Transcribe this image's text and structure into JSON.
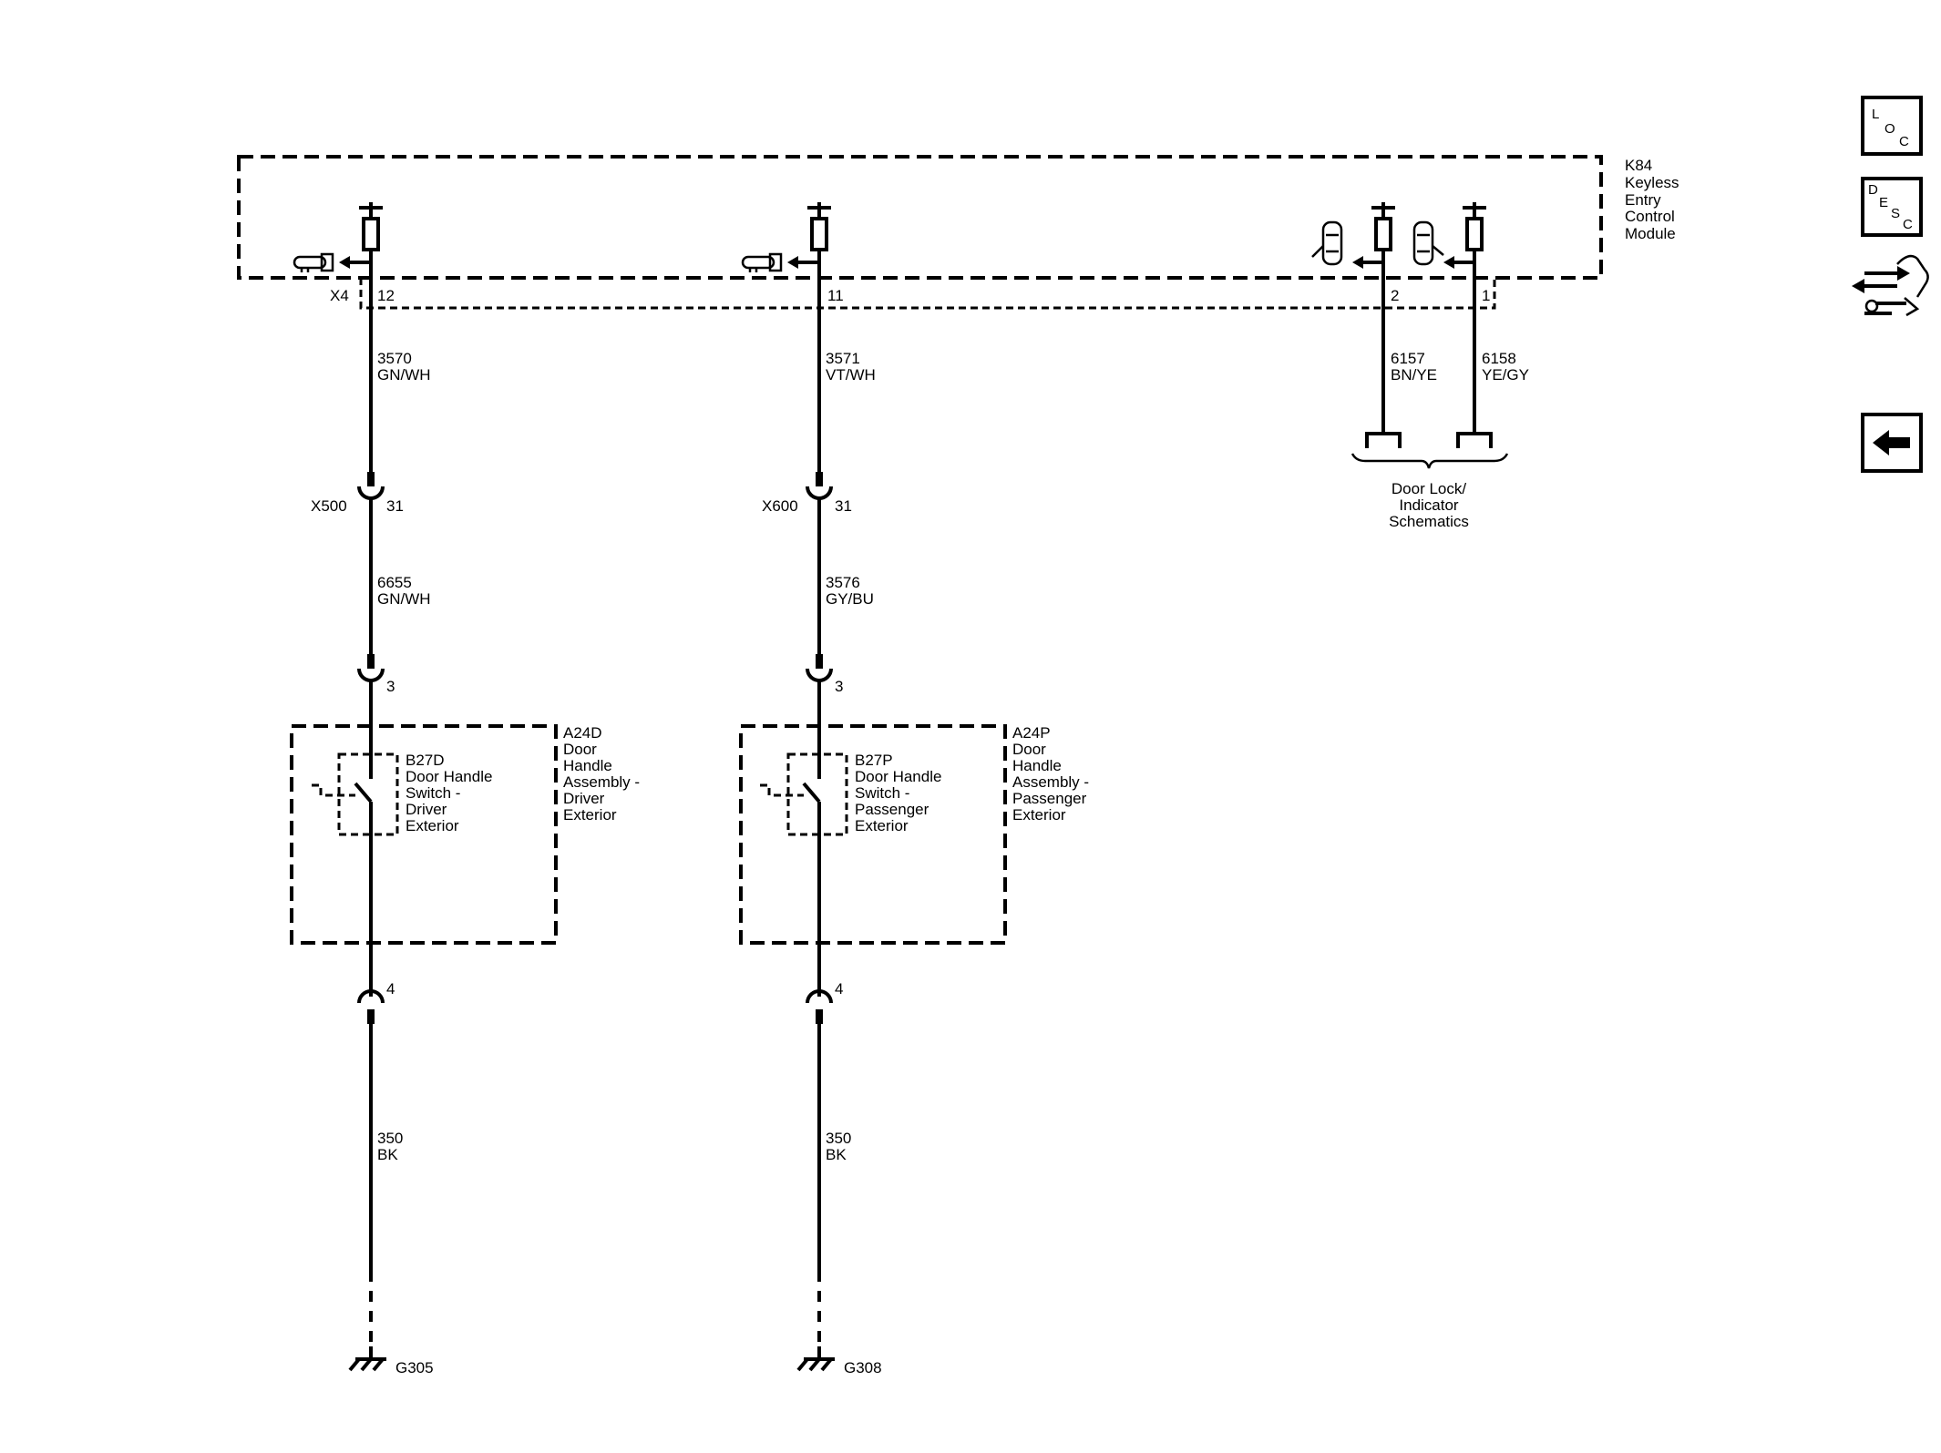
{
  "module": {
    "ref": "K84",
    "name_lines": [
      "Keyless",
      "Entry",
      "Control",
      "Module"
    ],
    "connector": "X4"
  },
  "circuits": [
    {
      "pin": "12",
      "wire1": {
        "num": "3570",
        "color": "GN/WH"
      },
      "inline": {
        "name": "X500",
        "pin": "31"
      },
      "wire2": {
        "num": "6655",
        "color": "GN/WH"
      },
      "pin_in": "3",
      "switch": {
        "ref": "B27D",
        "lines": [
          "Door Handle",
          "Switch -",
          "Driver",
          "Exterior"
        ]
      },
      "assembly": {
        "ref": "A24D",
        "lines": [
          "Door",
          "Handle",
          "Assembly -",
          "Driver",
          "Exterior"
        ]
      },
      "pin_out": "4",
      "wire3": {
        "num": "350",
        "color": "BK"
      },
      "ground": "G305"
    },
    {
      "pin": "11",
      "wire1": {
        "num": "3571",
        "color": "VT/WH"
      },
      "inline": {
        "name": "X600",
        "pin": "31"
      },
      "wire2": {
        "num": "3576",
        "color": "GY/BU"
      },
      "pin_in": "3",
      "switch": {
        "ref": "B27P",
        "lines": [
          "Door Handle",
          "Switch -",
          "Passenger",
          "Exterior"
        ]
      },
      "assembly": {
        "ref": "A24P",
        "lines": [
          "Door",
          "Handle",
          "Assembly -",
          "Passenger",
          "Exterior"
        ]
      },
      "pin_out": "4",
      "wire3": {
        "num": "350",
        "color": "BK"
      },
      "ground": "G308"
    }
  ],
  "door_lock": {
    "pins": [
      "2",
      "1"
    ],
    "wires": [
      {
        "num": "6157",
        "color": "BN/YE"
      },
      {
        "num": "6158",
        "color": "YE/GY"
      }
    ],
    "label_lines": [
      "Door Lock/",
      "Indicator",
      "Schematics"
    ]
  },
  "nav": {
    "loc": [
      "L",
      "O",
      "C"
    ],
    "desc": [
      "D",
      "E",
      "S",
      "C"
    ],
    "connector_icon": "connector-end-view-icon",
    "back_icon": "back-arrow-icon"
  }
}
